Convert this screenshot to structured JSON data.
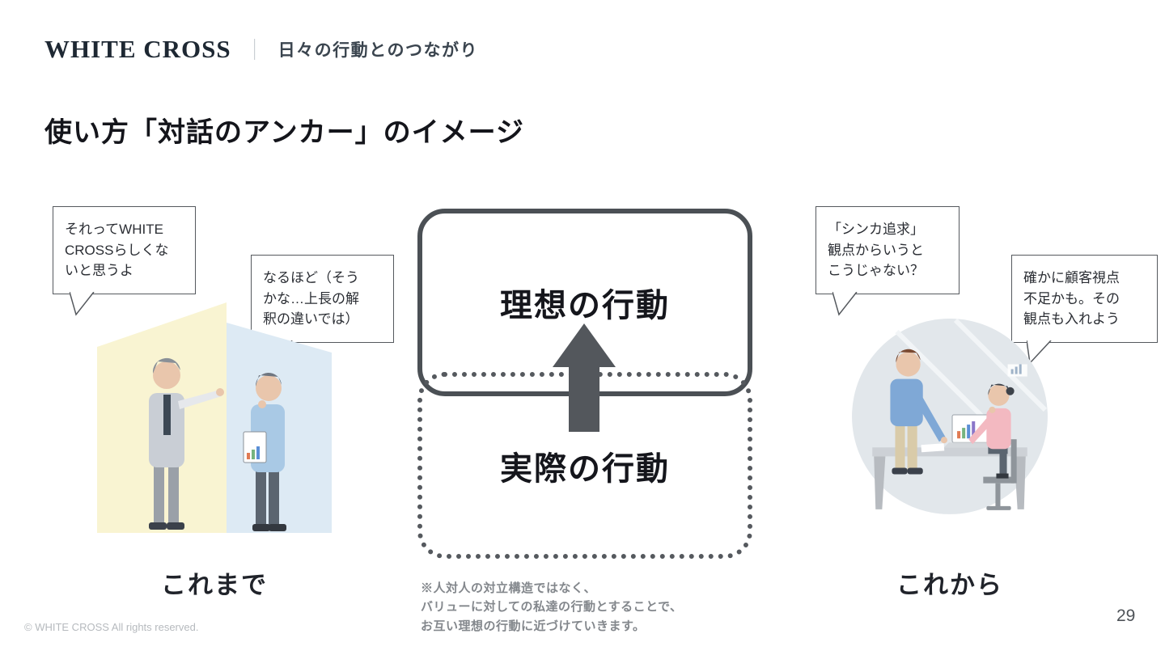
{
  "header": {
    "logo": "WHITE CROSS",
    "divider": "｜",
    "subtitle": "日々の行動とのつながり"
  },
  "title": "使い方「対話のアンカー」のイメージ",
  "left": {
    "bubble1": "それってWHITE\nCROSSらしくな\nいと思うよ",
    "bubble2": "なるほど（そう\nかな…上長の解\n釈の違いでは）",
    "label": "これまで"
  },
  "center": {
    "ideal_label": "理想の行動",
    "actual_label": "実際の行動",
    "note": "※人対人の対立構造ではなく、\nバリューに対しての私達の行動とすることで、\nお互い理想の行動に近づけていきます。"
  },
  "right": {
    "bubble1": "「シンカ追求」\n観点からいうと\nこうじゃない？",
    "bubble2": "確かに顧客視点\n不足かも。その\n観点も入れよう",
    "label": "これから"
  },
  "footer": {
    "copyright": "© WHITE CROSS All rights reserved.",
    "page": "29"
  },
  "colors": {
    "box_border": "#4b5055",
    "arrow": "#53575c",
    "accent_yellow": "#f9f4d2",
    "accent_blue": "#ddeaf4",
    "text_dark": "#14151b",
    "note_gray": "#83878c"
  }
}
